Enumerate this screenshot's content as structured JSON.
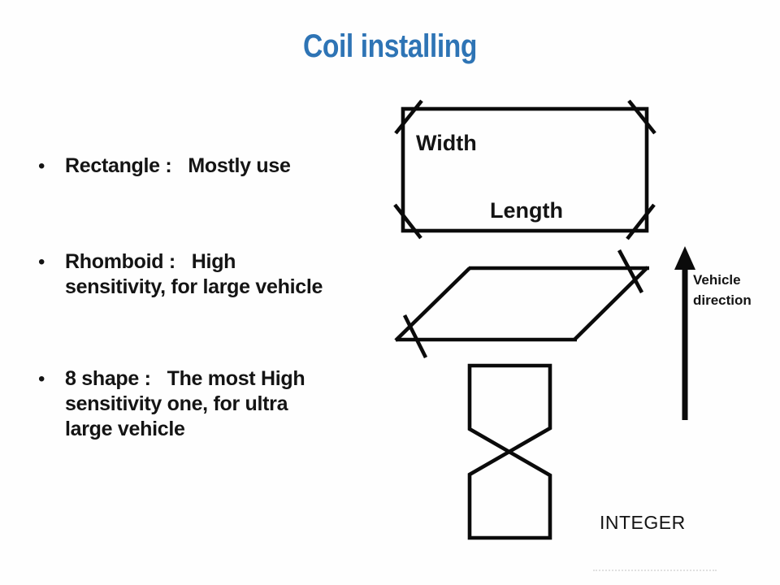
{
  "slide": {
    "title": "Coil installing"
  },
  "glyphs": {
    "bullet": "•"
  },
  "bullets": [
    {
      "lines": [
        "Rectangle :   Mostly use"
      ]
    },
    {
      "lines": [
        "Rhomboid :   High",
        "sensitivity, for large vehicle"
      ]
    },
    {
      "lines": [
        "8 shape :   The most High",
        "sensitivity one, for ultra",
        "large vehicle"
      ]
    }
  ],
  "diagram": {
    "rectangle_width_label": "Width",
    "rectangle_length_label": "Length",
    "arrow_label_lines": [
      "Vehicle",
      "direction"
    ],
    "integer_label": "INTEGER"
  },
  "colors": {
    "title": "#2E74B5",
    "text": "#141414",
    "line": "#0b0b0b",
    "background": "#fefefe"
  }
}
